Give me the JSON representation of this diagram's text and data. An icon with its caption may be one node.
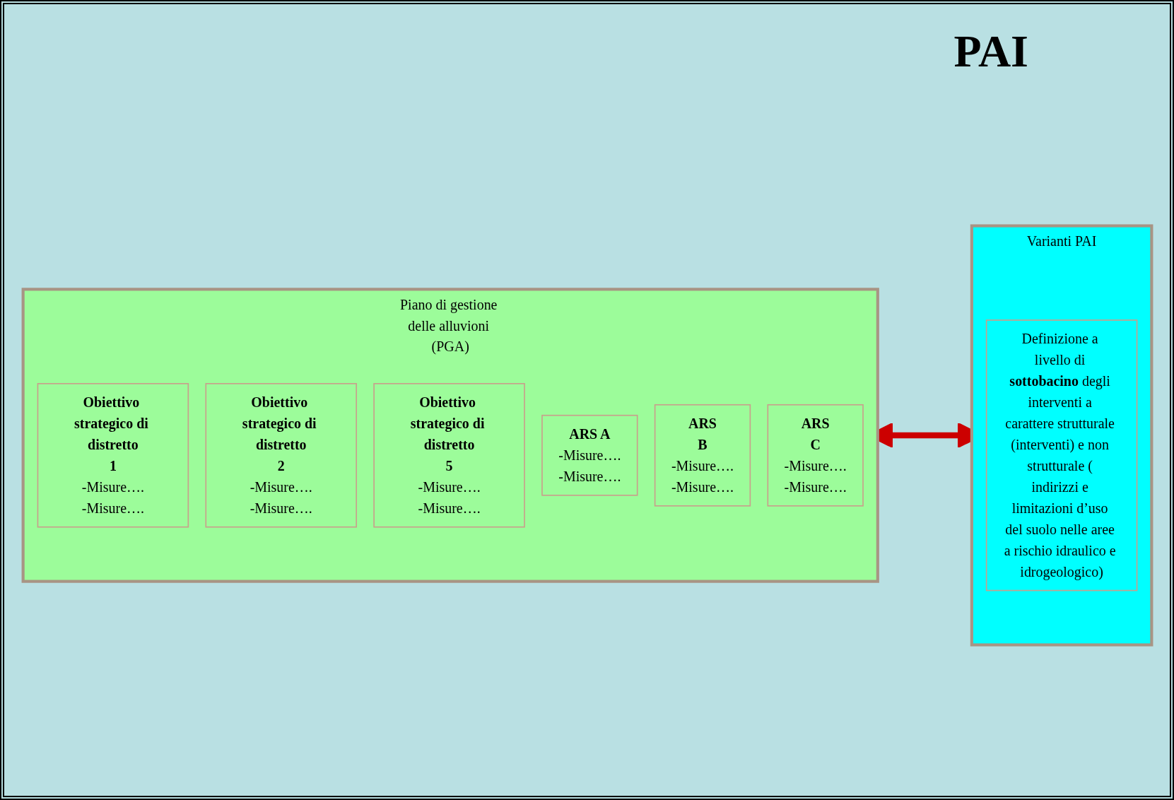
{
  "diagram": {
    "title": "PAI",
    "nodes": [
      {
        "text": [
          "Piano di gestione delle alluvioni (PGA)"
        ]
      },
      {
        "text": [
          "Obiettivo strategico di distretto",
          "1",
          "-Misure….",
          "-Misure…."
        ],
        "in": 0
      },
      {
        "text": [
          "Obiettivo strategico di distretto",
          "2",
          "-Misure….",
          "-Misure…."
        ],
        "in": 0
      },
      {
        "text": [
          "Obiettivo strategico di distretto",
          "5",
          "-Misure….",
          "-Misure…."
        ],
        "in": 0
      },
      {
        "text": [
          "ARS A",
          "-Misure….",
          "-Misure…."
        ],
        "in": 0
      },
      {
        "text": [
          "ARS",
          "B",
          "-Misure….",
          "-Misure…."
        ],
        "in": 0
      },
      {
        "text": [
          "ARS",
          "C",
          "-Misure….",
          "-Misure…."
        ],
        "in": 0
      },
      {
        "text": [
          "Varianti PAI"
        ]
      },
      {
        "text": [
          "Definizione a livello di **sottobacino** degli interventi a carattere strutturale (interventi) e non strutturale ( indirizzi e limitazioni d’uso del suolo nelle aree a rischio idraulico e idrogeologico)"
        ],
        "in": 7
      }
    ],
    "edges": [
      {
        "from": 0,
        "to": 7,
        "arrow": "both",
        "color": "#cc0000"
      }
    ]
  }
}
